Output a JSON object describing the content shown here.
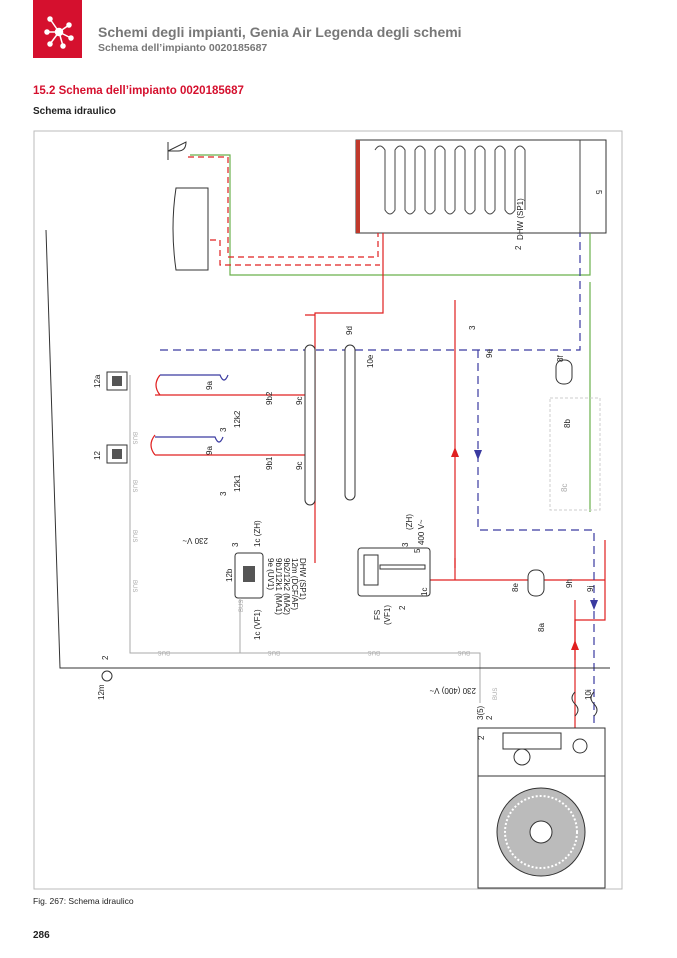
{
  "header": {
    "title": "Schemi degli impianti, Genia Air Legenda degli schemi",
    "subtitle": "Schema dell’impianto 0020185687"
  },
  "section": {
    "number_title": "15.2 Schema dell’impianto 0020185687",
    "subheading": "Schema idraulico"
  },
  "diagram": {
    "labels": {
      "tank": "5",
      "dhw_sensor": "DHW (SP1)",
      "tank_2": "2",
      "l12a": "12a",
      "l12": "12",
      "l9a_top": "9a",
      "l9a_bot": "9a",
      "l9b2": "9b2",
      "l9b1": "9b1",
      "l9c_top": "9c",
      "l9c_bot": "9c",
      "l12k2": "12k2",
      "l12k1": "12k1",
      "l3_a": "3",
      "l3_b": "3",
      "l9d": "9d",
      "l10e": "10e",
      "l9e": "9e",
      "l9e_3": "3",
      "l8f": "8f",
      "l8b": "8b",
      "l8c": "8c",
      "l12b": "12b",
      "v230": "230 V~",
      "l12b_3": "3",
      "l1c_zh": "1c (ZH)",
      "inputs": [
        "DHW (SP1)",
        "12m (DCF/AF)",
        "9b2/12k2 (MA2)",
        "9b1/12k1 (MA1)",
        "9e (UV1)"
      ],
      "l1c_vf1": "1c (VF1)",
      "fs": "FS",
      "fs_vf1": "(VF1)",
      "l1c": "1c",
      "fs_2": "2",
      "zh": "(ZH)",
      "v400": "400 V~",
      "fs_3": "3",
      "fs_5": "5",
      "l8e": "8e",
      "l9h": "9h",
      "l9j": "9j",
      "l8a": "8a",
      "l10i": "10i",
      "l12m": "12m",
      "l12m_2": "2",
      "v230_400": "230 (400) V~",
      "l3_5": "3(5)",
      "hp_2a": "2",
      "hp_2": "2",
      "bus": "BUS"
    }
  },
  "caption": "Fig. 267:    Schema idraulico",
  "page_number": "286",
  "colors": {
    "brand": "#d5102e",
    "flow": "#e02020",
    "return": "#3a3aa0",
    "cold": "#6ab04c"
  }
}
